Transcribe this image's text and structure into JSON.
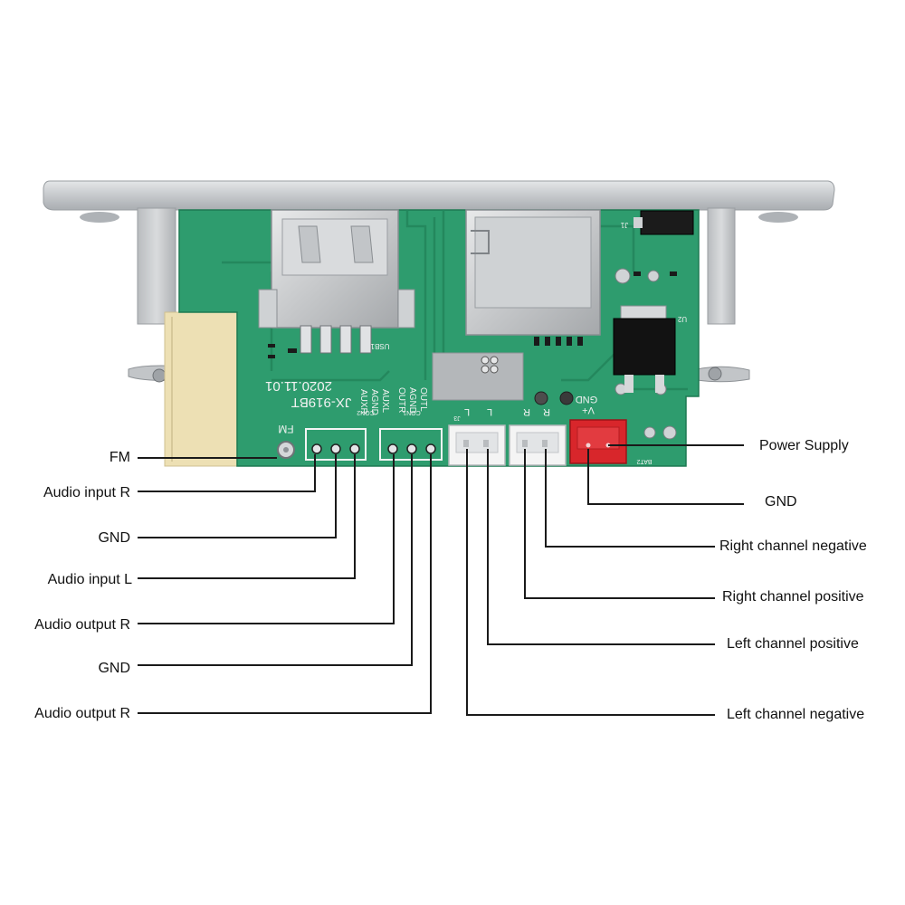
{
  "board": {
    "model": "JX-919BT",
    "date": "2020.11.01",
    "fm_mark": "FM",
    "con2_pins": [
      "AUXL",
      "AGND",
      "AUXR"
    ],
    "con1_pins": [
      "OUTL",
      "AGND",
      "OUTR"
    ],
    "con2_name": "CON2",
    "con1_name": "CON1",
    "usb_name": "USB1",
    "j1_name": "J1",
    "u2_name": "U2",
    "j3_name": "J3",
    "bat_name": "BAT2",
    "l_mark": "L",
    "r_mark": "R",
    "gnd_mark": "GND",
    "vplus_mark": "V+",
    "colors": {
      "pcb": "#2e9c6e",
      "pcb_dark": "#23865c",
      "panel": "#c9cccf",
      "power_connector": "#d8262b",
      "connector": "#f2f2f2"
    }
  },
  "labels": {
    "left": [
      "FM",
      "Audio input R",
      "GND",
      "Audio input L",
      "Audio output R",
      "GND",
      "Audio output R"
    ],
    "right": [
      "Power Supply",
      "GND",
      "Right channel negative",
      "Right channel positive",
      "Left channel positive",
      "Left channel negative"
    ]
  }
}
